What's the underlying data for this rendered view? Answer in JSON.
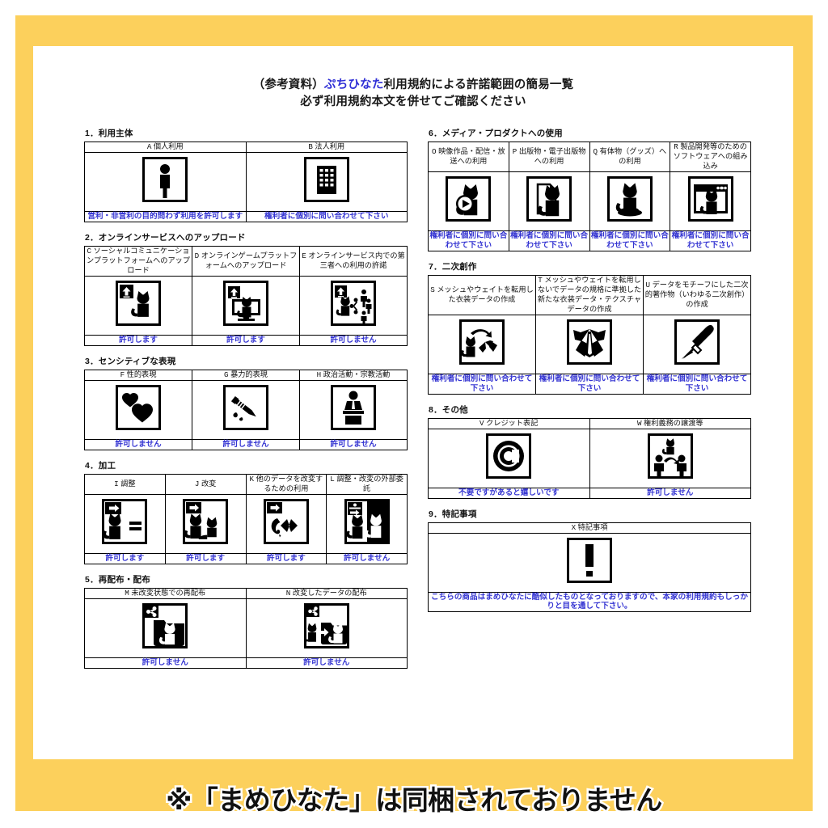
{
  "frame": {
    "accent_color": "#fcd05c",
    "paper_color": "#ffffff",
    "permission_text_color": "#3434d2"
  },
  "title": {
    "line1_prefix": "（参考資料）",
    "line1_brand": "ぷちひなた",
    "line1_suffix": "利用規約による許諾範囲の簡易一覧",
    "line2": "必ず利用規約本文を併せてご確認ください"
  },
  "banner": {
    "text": "※「まめひなた」は同梱されておりません"
  },
  "sections": [
    {
      "heading": "1．利用主体",
      "column": "left",
      "cells": [
        {
          "label": "A",
          "title": "個人利用",
          "icon": "person-icon",
          "permission": "営利・非営利の目的問わず利用を許可します"
        },
        {
          "label": "B",
          "title": "法人利用",
          "icon": "building-icon",
          "permission": "権利者に個別に問い合わせて下さい"
        }
      ]
    },
    {
      "heading": "2．オンラインサービスへのアップロード",
      "column": "left",
      "cells": [
        {
          "label": "C",
          "title": "ソーシャルコミュニケーションプラットフォームへのアップロード",
          "icon": "upload-cat-icon",
          "permission": "許可します"
        },
        {
          "label": "D",
          "title": "オンラインゲームプラットフォームへのアップロード",
          "icon": "upload-cat-monitor-icon",
          "permission": "許可します"
        },
        {
          "label": "E",
          "title": "オンラインサービス内での第三者への利用の許諾",
          "icon": "upload-cat-share-people-icon",
          "permission": "許可しません"
        }
      ]
    },
    {
      "heading": "3．センシティブな表現",
      "column": "left",
      "cells": [
        {
          "label": "F",
          "title": "性的表現",
          "icon": "hearts-icon",
          "permission": "許可しません"
        },
        {
          "label": "G",
          "title": "暴力的表現",
          "icon": "knife-icon",
          "permission": "許可しません"
        },
        {
          "label": "H",
          "title": "政治活動・宗教活動",
          "icon": "podium-speaker-icon",
          "permission": "許可しません"
        }
      ]
    },
    {
      "heading": "4．加工",
      "column": "left",
      "cells": [
        {
          "label": "I",
          "title": "調整",
          "icon": "arrow-cat-equals-icon",
          "permission": "許可します"
        },
        {
          "label": "J",
          "title": "改変",
          "icon": "arrow-cat-cat-icon",
          "permission": "許可します"
        },
        {
          "label": "K",
          "title": "他のデータを改変するための利用",
          "icon": "arrow-cat-bowtie-icon",
          "permission": "許可します"
        },
        {
          "label": "L",
          "title": "調整・改変の外部委託",
          "icon": "arrow-cat-outsource-icon",
          "permission": "許可しません"
        }
      ]
    },
    {
      "heading": "5．再配布・配布",
      "column": "left",
      "cells": [
        {
          "label": "M",
          "title": "未改変状態での再配布",
          "icon": "share-folder-cat-icon",
          "permission": "許可しません"
        },
        {
          "label": "N",
          "title": "改変したデータの配布",
          "icon": "share-folder-cat-modified-icon",
          "permission": "許可しません"
        }
      ]
    },
    {
      "heading": "6．メディア・プロダクトへの使用",
      "column": "right",
      "cells": [
        {
          "label": "O",
          "title": "映像作品・配信・放送への利用",
          "icon": "cat-play-button-icon",
          "permission": "権利者に個別に問い合わせて下さい"
        },
        {
          "label": "P",
          "title": "出版物・電子出版物への利用",
          "icon": "cat-document-icon",
          "permission": "権利者に個別に問い合わせて下さい"
        },
        {
          "label": "Q",
          "title": "有体物（グッズ）への利用",
          "icon": "cat-figure-base-icon",
          "permission": "権利者に個別に問い合わせて下さい"
        },
        {
          "label": "R",
          "title": "製品開発等のためのソフトウェアへの組み込み",
          "icon": "cat-app-window-icon",
          "permission": "権利者に個別に問い合わせて下さい"
        }
      ]
    },
    {
      "heading": "7．二次創作",
      "column": "right",
      "cells": [
        {
          "label": "S",
          "title": "メッシュやウェイトを転用した衣装データの作成",
          "icon": "cat-to-clothes-icon",
          "permission": "権利者に個別に問い合わせて下さい"
        },
        {
          "label": "T",
          "title": "メッシュやウェイトを転用しないでデータの規格に準拠した新たな衣装データ・テクスチャデータの作成",
          "icon": "clothes-icon",
          "permission": "権利者に個別に問い合わせて下さい"
        },
        {
          "label": "U",
          "title": "データをモチーフにした二次的著作物（いわゆる二次創作）の作成",
          "icon": "paintbrush-icon",
          "permission": "権利者に個別に問い合わせて下さい"
        }
      ]
    },
    {
      "heading": "8．その他",
      "column": "right",
      "cells": [
        {
          "label": "V",
          "title": "クレジット表記",
          "icon": "copyright-icon",
          "permission": "不要ですがあると嬉しいです"
        },
        {
          "label": "W",
          "title": "権利義務の譲渡等",
          "icon": "transfer-people-cat-icon",
          "permission": "許可しません"
        }
      ]
    },
    {
      "heading": "9．特記事項",
      "column": "right",
      "cells": [
        {
          "label": "X",
          "title": "特記事項",
          "icon": "exclamation-icon",
          "permission": "こちらの商品はまめひなたに酷似したものとなっておりますので、本家の利用規約もしっかりと目を通して下さい。"
        }
      ]
    }
  ]
}
